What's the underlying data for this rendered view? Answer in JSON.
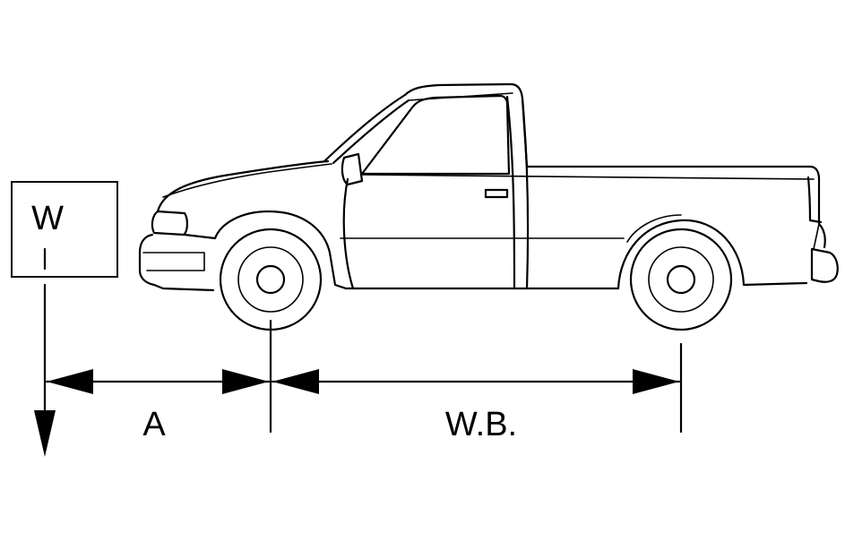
{
  "weight_box": {
    "label": "W"
  },
  "dimensions": {
    "front_overhang_label": "A",
    "wheelbase_label": "W.B."
  },
  "colors": {
    "line": "#000000",
    "background": "#ffffff"
  }
}
